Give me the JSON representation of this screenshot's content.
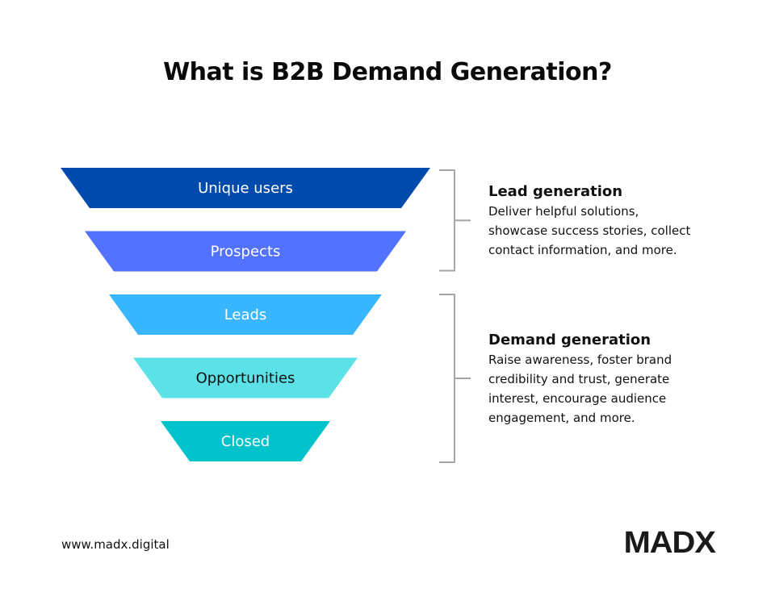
{
  "header": {
    "title": "What is B2B Demand Generation?"
  },
  "funnel": {
    "stages": [
      {
        "label": "Unique users",
        "fill": "#004AAD",
        "text_color": "#FFFFFF"
      },
      {
        "label": "Prospects",
        "fill": "#5271FF",
        "text_color": "#FFFFFF"
      },
      {
        "label": "Leads",
        "fill": "#38B6FF",
        "text_color": "#FFFFFF"
      },
      {
        "label": "Opportunities",
        "fill": "#5CE1E6",
        "text_color": "#111111"
      },
      {
        "label": "Closed",
        "fill": "#00C2CB",
        "text_color": "#FFFFFF"
      }
    ],
    "bracket_color": "#A6A6A6"
  },
  "groups": [
    {
      "title": "Lead generation",
      "description": "Deliver helpful solutions,\nshowcase success stories, collect\ncontact information, and more.",
      "covers_stages": [
        "Unique users",
        "Prospects"
      ]
    },
    {
      "title": "Demand generation",
      "description": "Raise awareness, foster brand\ncredibility and trust, generate\ninterest, encourage audience\nengagement, and more.",
      "covers_stages": [
        "Leads",
        "Opportunities",
        "Closed"
      ]
    }
  ],
  "footer": {
    "url": "www.madx.digital",
    "logo": "MADX"
  }
}
